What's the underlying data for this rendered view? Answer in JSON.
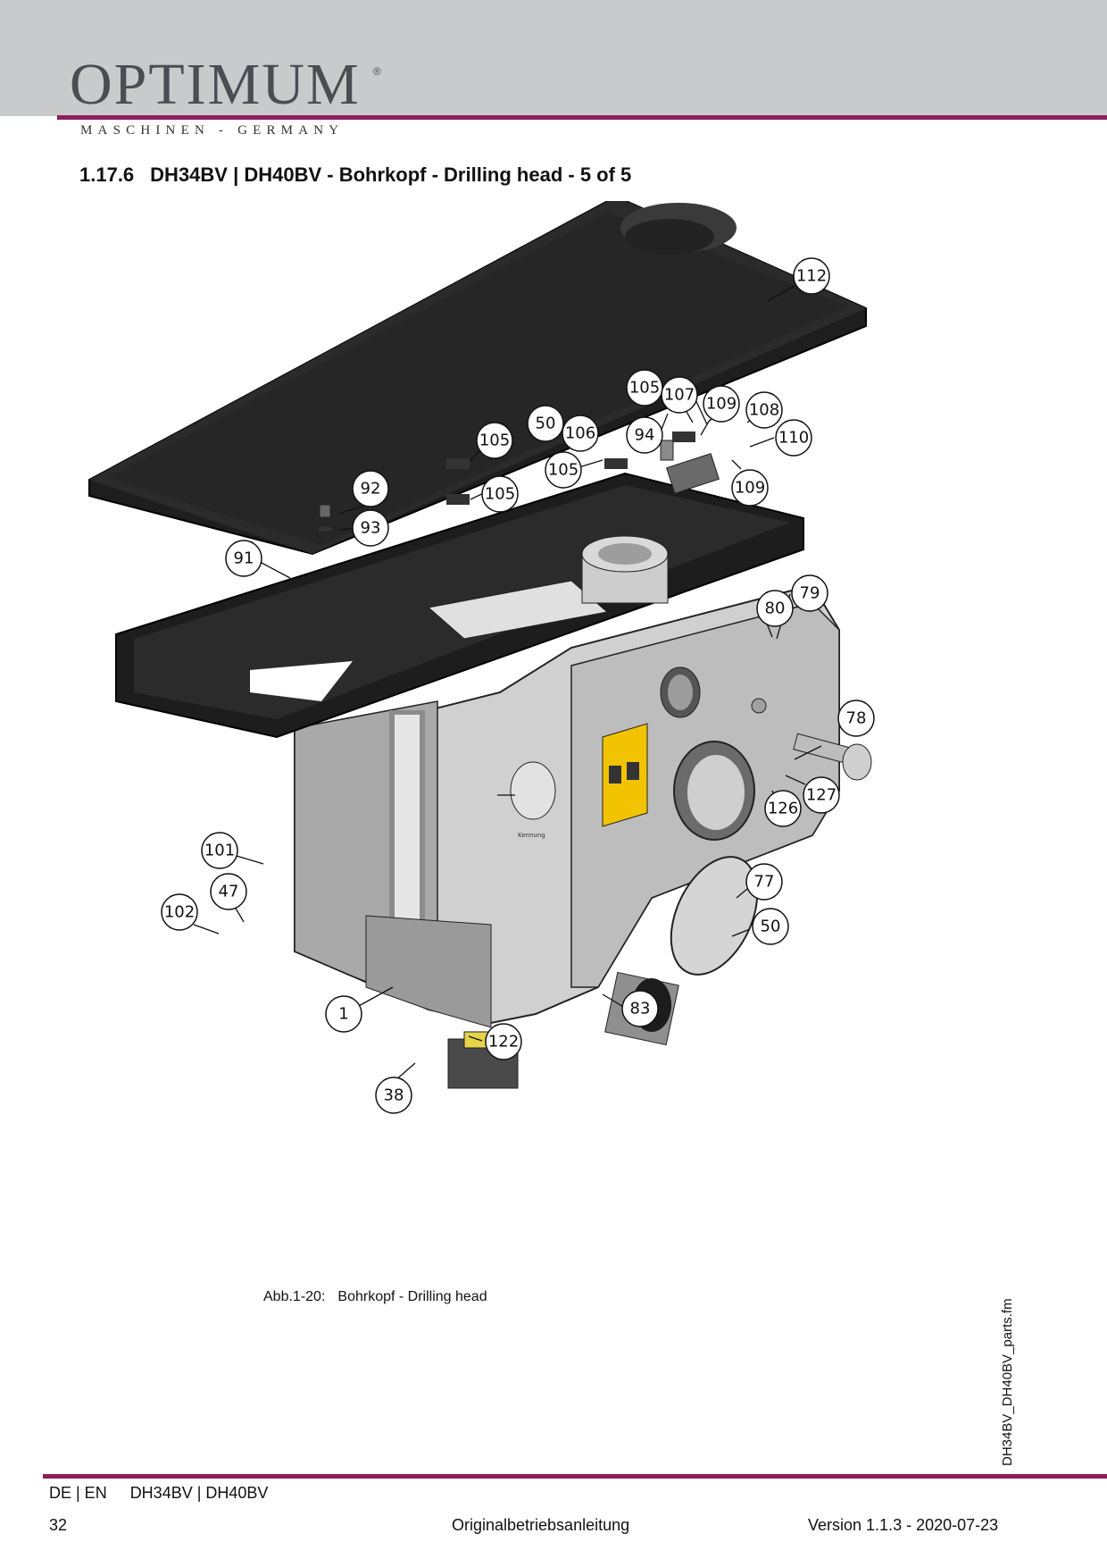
{
  "header": {
    "logo_text": "OPTIMUM",
    "logo_mark": "®",
    "logo_subtitle": "MASCHINEN - GERMANY",
    "accent_color": "#8a1f5c",
    "band_color": "#c9cacc"
  },
  "section": {
    "number": "1.17.6",
    "title": "DH34BV | DH40BV - Bohrkopf - Drilling head - 5 of 5"
  },
  "figure": {
    "callouts": [
      "112",
      "105",
      "107",
      "109",
      "108",
      "50",
      "106",
      "94",
      "110",
      "105",
      "105",
      "109",
      "92",
      "105",
      "93",
      "91",
      "79",
      "80",
      "78",
      "127",
      "126",
      "101",
      "47",
      "77",
      "102",
      "50",
      "1",
      "83",
      "122",
      "38"
    ],
    "caption_label": "Abb.1-20:",
    "caption_text": "Bohrkopf - Drilling head"
  },
  "side_file": "DH34BV_DH40BV_parts.fm",
  "footer": {
    "lang": "DE | EN",
    "model": "DH34BV | DH40BV",
    "page": "32",
    "doc": "Originalbetriebsanleitung",
    "version": "Version 1.1.3 - 2020-07-23"
  }
}
